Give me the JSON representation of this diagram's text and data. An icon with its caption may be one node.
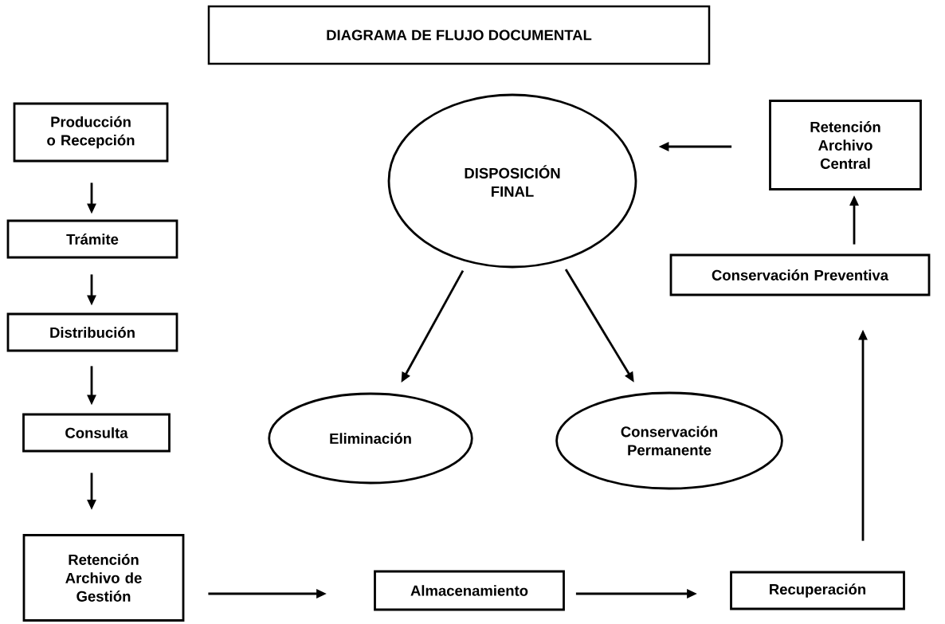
{
  "diagram": {
    "title": "DIAGRAMA DE FLUJO DOCUMENTAL",
    "nodes": [
      {
        "text": [
          "Producción o Recepción"
        ]
      },
      {
        "text": [
          "Trámite"
        ]
      },
      {
        "text": [
          "Distribución"
        ]
      },
      {
        "text": [
          "Consulta"
        ]
      },
      {
        "text": [
          "Retención Archivo de Gestión"
        ]
      },
      {
        "text": [
          "DISPOSICIÓN FINAL"
        ]
      },
      {
        "text": [
          "Retención Archivo Central"
        ]
      },
      {
        "text": [
          "Conservación Preventiva"
        ]
      },
      {
        "text": [
          "Eliminación"
        ]
      },
      {
        "text": [
          "Conservación Permanente"
        ]
      },
      {
        "text": [
          "Almacenamiento"
        ]
      },
      {
        "text": [
          "Recuperación"
        ]
      }
    ],
    "edges": [
      {
        "from": 0,
        "to": 1,
        "arrow": "to"
      },
      {
        "from": 1,
        "to": 2,
        "arrow": "to"
      },
      {
        "from": 2,
        "to": 3,
        "arrow": "to"
      },
      {
        "from": 3,
        "to": 4,
        "arrow": "to"
      },
      {
        "from": 4,
        "to": 10,
        "arrow": "to"
      },
      {
        "from": 10,
        "to": 11,
        "arrow": "to"
      },
      {
        "from": 11,
        "to": 7,
        "arrow": "to"
      },
      {
        "from": 7,
        "to": 6,
        "arrow": "to"
      },
      {
        "from": 6,
        "to": 5,
        "arrow": "to"
      },
      {
        "from": 5,
        "to": 8,
        "arrow": "to"
      },
      {
        "from": 5,
        "to": 9,
        "arrow": "to"
      }
    ]
  }
}
